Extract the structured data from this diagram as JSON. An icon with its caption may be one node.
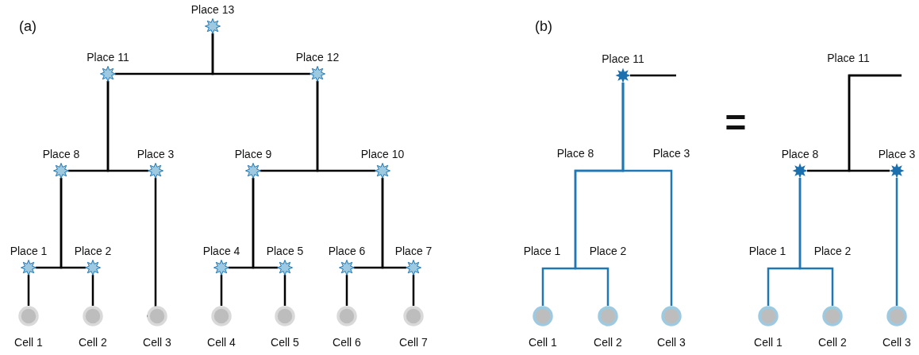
{
  "diagram": {
    "nodes": [
      {
        "text": [
          "Place 13"
        ]
      },
      {
        "text": [
          "Place 11"
        ]
      },
      {
        "text": [
          "Place 12"
        ]
      },
      {
        "text": [
          "Place 8"
        ]
      },
      {
        "text": [
          "Place 3"
        ]
      },
      {
        "text": [
          "Place 9"
        ]
      },
      {
        "text": [
          "Place 10"
        ]
      },
      {
        "text": [
          "Place 1"
        ]
      },
      {
        "text": [
          "Place 2"
        ]
      },
      {
        "text": [
          "Place 4"
        ]
      },
      {
        "text": [
          "Place 5"
        ]
      },
      {
        "text": [
          "Place 6"
        ]
      },
      {
        "text": [
          "Place 7"
        ]
      },
      {
        "text": [
          "Cell 1"
        ]
      },
      {
        "text": [
          "Cell 2"
        ]
      },
      {
        "text": [
          "Cell 3"
        ]
      },
      {
        "text": [
          "Cell 4"
        ]
      },
      {
        "text": [
          "Cell 5"
        ]
      },
      {
        "text": [
          "Cell 6"
        ]
      },
      {
        "text": [
          "Cell 7"
        ]
      },
      {
        "text": [
          "Place 11"
        ]
      },
      {
        "text": [
          "Place 8"
        ]
      },
      {
        "text": [
          "Place 3"
        ]
      },
      {
        "text": [
          "Cell 1"
        ]
      },
      {
        "text": [
          "Cell 2"
        ]
      },
      {
        "text": [
          "Cell 3"
        ]
      },
      {
        "text": [
          "Cell 1"
        ]
      },
      {
        "text": [
          "Cell 2"
        ]
      },
      {
        "text": [
          "Cell 3"
        ]
      }
    ],
    "edges": [
      {
        "from": 0,
        "to": 1,
        "arrow": "none"
      },
      {
        "from": 0,
        "to": 2,
        "arrow": "none"
      },
      {
        "from": 1,
        "to": 3,
        "arrow": "none"
      },
      {
        "from": 1,
        "to": 4,
        "arrow": "none"
      },
      {
        "from": 2,
        "to": 5,
        "arrow": "none"
      },
      {
        "from": 2,
        "to": 6,
        "arrow": "none"
      },
      {
        "from": 3,
        "to": 7,
        "arrow": "none"
      },
      {
        "from": 3,
        "to": 8,
        "arrow": "none"
      },
      {
        "from": 4,
        "to": 15,
        "arrow": "none"
      },
      {
        "from": 5,
        "to": 9,
        "arrow": "none"
      },
      {
        "from": 5,
        "to": 10,
        "arrow": "none"
      },
      {
        "from": 6,
        "to": 11,
        "arrow": "none"
      },
      {
        "from": 6,
        "to": 12,
        "arrow": "none"
      },
      {
        "from": 7,
        "to": 13,
        "arrow": "none"
      },
      {
        "from": 8,
        "to": 14,
        "arrow": "none"
      },
      {
        "from": 9,
        "to": 16,
        "arrow": "none"
      },
      {
        "from": 10,
        "to": 17,
        "arrow": "none"
      },
      {
        "from": 11,
        "to": 18,
        "arrow": "none"
      },
      {
        "from": 12,
        "to": 19,
        "arrow": "none"
      },
      {
        "from": 20,
        "to": null,
        "arrow": "none"
      },
      {
        "from": 20,
        "to": 23,
        "arrow": "none",
        "color": "#1f77b4"
      },
      {
        "from": 20,
        "to": 24,
        "arrow": "none",
        "color": "#1f77b4"
      },
      {
        "from": 20,
        "to": 25,
        "arrow": "none",
        "color": "#1f77b4"
      },
      {
        "from": null,
        "to": 21,
        "arrow": "none"
      },
      {
        "from": null,
        "to": 22,
        "arrow": "none"
      },
      {
        "from": 21,
        "to": 26,
        "arrow": "none",
        "color": "#1f77b4"
      },
      {
        "from": 21,
        "to": 27,
        "arrow": "none",
        "color": "#1f77b4"
      },
      {
        "from": 22,
        "to": 28,
        "arrow": "none",
        "color": "#1f77b4"
      }
    ],
    "labels": [
      "(a)",
      "(b)",
      "Place 8",
      "Place 3",
      "=",
      "Place 11",
      "Place 1",
      "Place 2",
      "Place 1",
      "Place 2"
    ]
  }
}
